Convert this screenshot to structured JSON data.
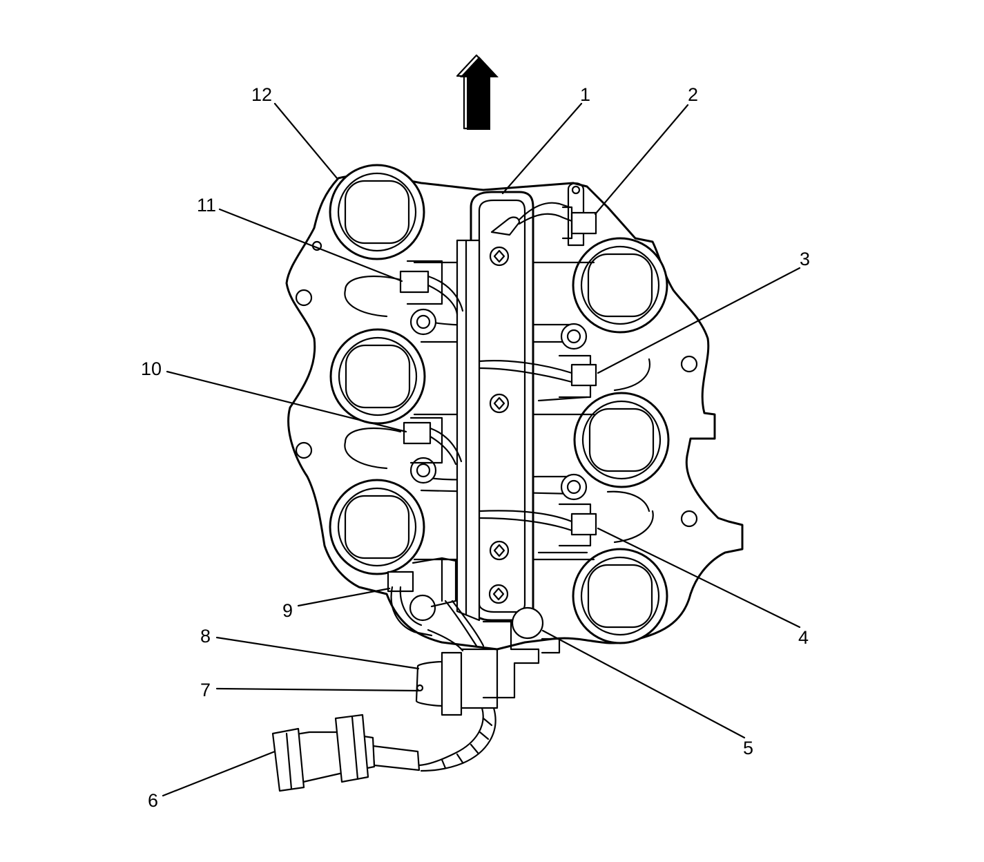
{
  "callouts": [
    {
      "id": "1",
      "text": "1"
    },
    {
      "id": "2",
      "text": "2"
    },
    {
      "id": "3",
      "text": "3"
    },
    {
      "id": "4",
      "text": "4"
    },
    {
      "id": "5",
      "text": "5"
    },
    {
      "id": "6",
      "text": "6"
    },
    {
      "id": "7",
      "text": "7"
    },
    {
      "id": "8",
      "text": "8"
    },
    {
      "id": "9",
      "text": "9"
    },
    {
      "id": "10",
      "text": "10"
    },
    {
      "id": "11",
      "text": "11"
    },
    {
      "id": "12",
      "text": "12"
    }
  ],
  "direction_arrow": {
    "icon": "up-arrow-icon"
  },
  "colors": {
    "ink": "#000000",
    "paper": "#ffffff"
  }
}
